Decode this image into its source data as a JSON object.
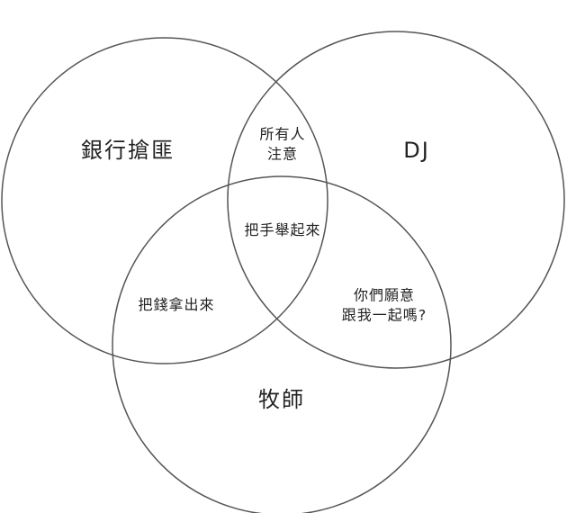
{
  "sets": {
    "left": "銀行搶匪",
    "right": "DJ",
    "bottom": "牧師"
  },
  "intersections": {
    "left_right": [
      "所有人",
      "注意"
    ],
    "left_bottom": "把錢拿出來",
    "right_bottom": [
      "你們願意",
      "跟我一起嗎?"
    ],
    "all": "把手舉起來"
  },
  "colors": {
    "stroke": "#555555",
    "text": "#222222"
  }
}
